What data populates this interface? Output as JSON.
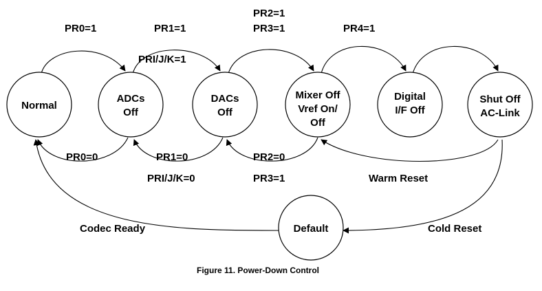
{
  "figure": {
    "caption": "Figure 11. Power-Down Control",
    "colors": {
      "line": "#000000",
      "background": "#ffffff"
    }
  },
  "nodes": {
    "normal": {
      "lines": [
        "Normal"
      ]
    },
    "adcs": {
      "lines": [
        "ADCs",
        "Off"
      ]
    },
    "dacs": {
      "lines": [
        "DACs",
        "Off"
      ]
    },
    "mixer": {
      "lines": [
        "Mixer Off",
        "Vref On/",
        "Off"
      ]
    },
    "digital": {
      "lines": [
        "Digital",
        "I/F Off"
      ]
    },
    "shutoff": {
      "lines": [
        "Shut Off",
        "AC-Link"
      ]
    },
    "default": {
      "lines": [
        "Default"
      ]
    }
  },
  "edges": {
    "pr0_1": "PR0=1",
    "pr1_1": "PR1=1",
    "prijk_1": "PRI/J/K=1",
    "pr2_1": "PR2=1",
    "pr3_1": "PR3=1",
    "pr4_1": "PR4=1",
    "pr0_0": "PR0=0",
    "pr1_0": "PR1=0",
    "prijk_0": "PRI/J/K=0",
    "pr2_0": "PR2=0",
    "pr3_1_bottom": "PR3=1",
    "warm_reset": "Warm Reset",
    "cold_reset": "Cold Reset",
    "codec_ready": "Codec Ready"
  }
}
